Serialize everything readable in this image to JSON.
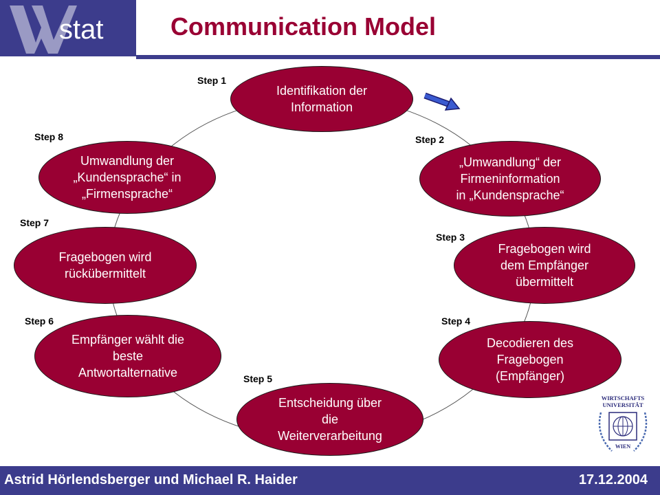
{
  "header": {
    "logo_text": "stat",
    "title": "Communication Model"
  },
  "steps": [
    {
      "label": "Step 1",
      "text": "Identifikation der\nInformation"
    },
    {
      "label": "Step 2",
      "text": "„Umwandlung“ der\nFirmeninformation\nin „Kundensprache“"
    },
    {
      "label": "Step 3",
      "text": "Fragebogen wird\ndem Empfänger\nübermittelt"
    },
    {
      "label": "Step 4",
      "text": "Decodieren des\nFragebogen\n(Empfänger)"
    },
    {
      "label": "Step 5",
      "text": "Entscheidung über\ndie\nWeiterverarbeitung"
    },
    {
      "label": "Step 6",
      "text": "Empfänger wählt die\nbeste\nAntwortalternative"
    },
    {
      "label": "Step 7",
      "text": "Fragebogen wird\nrückübermittelt"
    },
    {
      "label": "Step 8",
      "text": "Umwandlung der\n„Kundensprache“ in\n„Firmensprache“"
    }
  ],
  "footer": {
    "authors": "Astrid Hörlendsberger und Michael R. Haider",
    "date": "17.12.2004"
  },
  "university_logo": {
    "top_text": "WIRTSCHAFTS\nUNIVERSITÄT",
    "bottom_text": "WIEN"
  },
  "colors": {
    "brand_blue": "#3c3c8c",
    "node_fill": "#990033",
    "title_color": "#990033"
  }
}
